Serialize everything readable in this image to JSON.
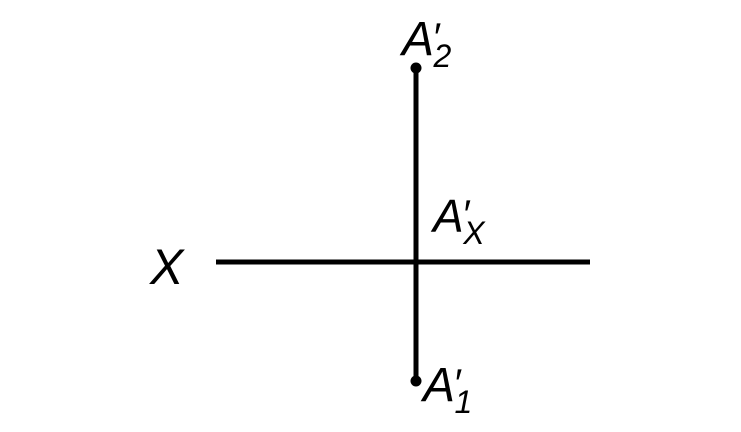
{
  "colors": {
    "background": "#ffffff",
    "ink": "#000000"
  },
  "labels": {
    "axis": "X",
    "top_point": {
      "base": "A",
      "prime": "′",
      "sub": "2"
    },
    "axis_point": {
      "base": "A",
      "prime": "′",
      "sub": "X"
    },
    "bottom_point": {
      "base": "A",
      "prime": "′",
      "sub": "1"
    }
  }
}
